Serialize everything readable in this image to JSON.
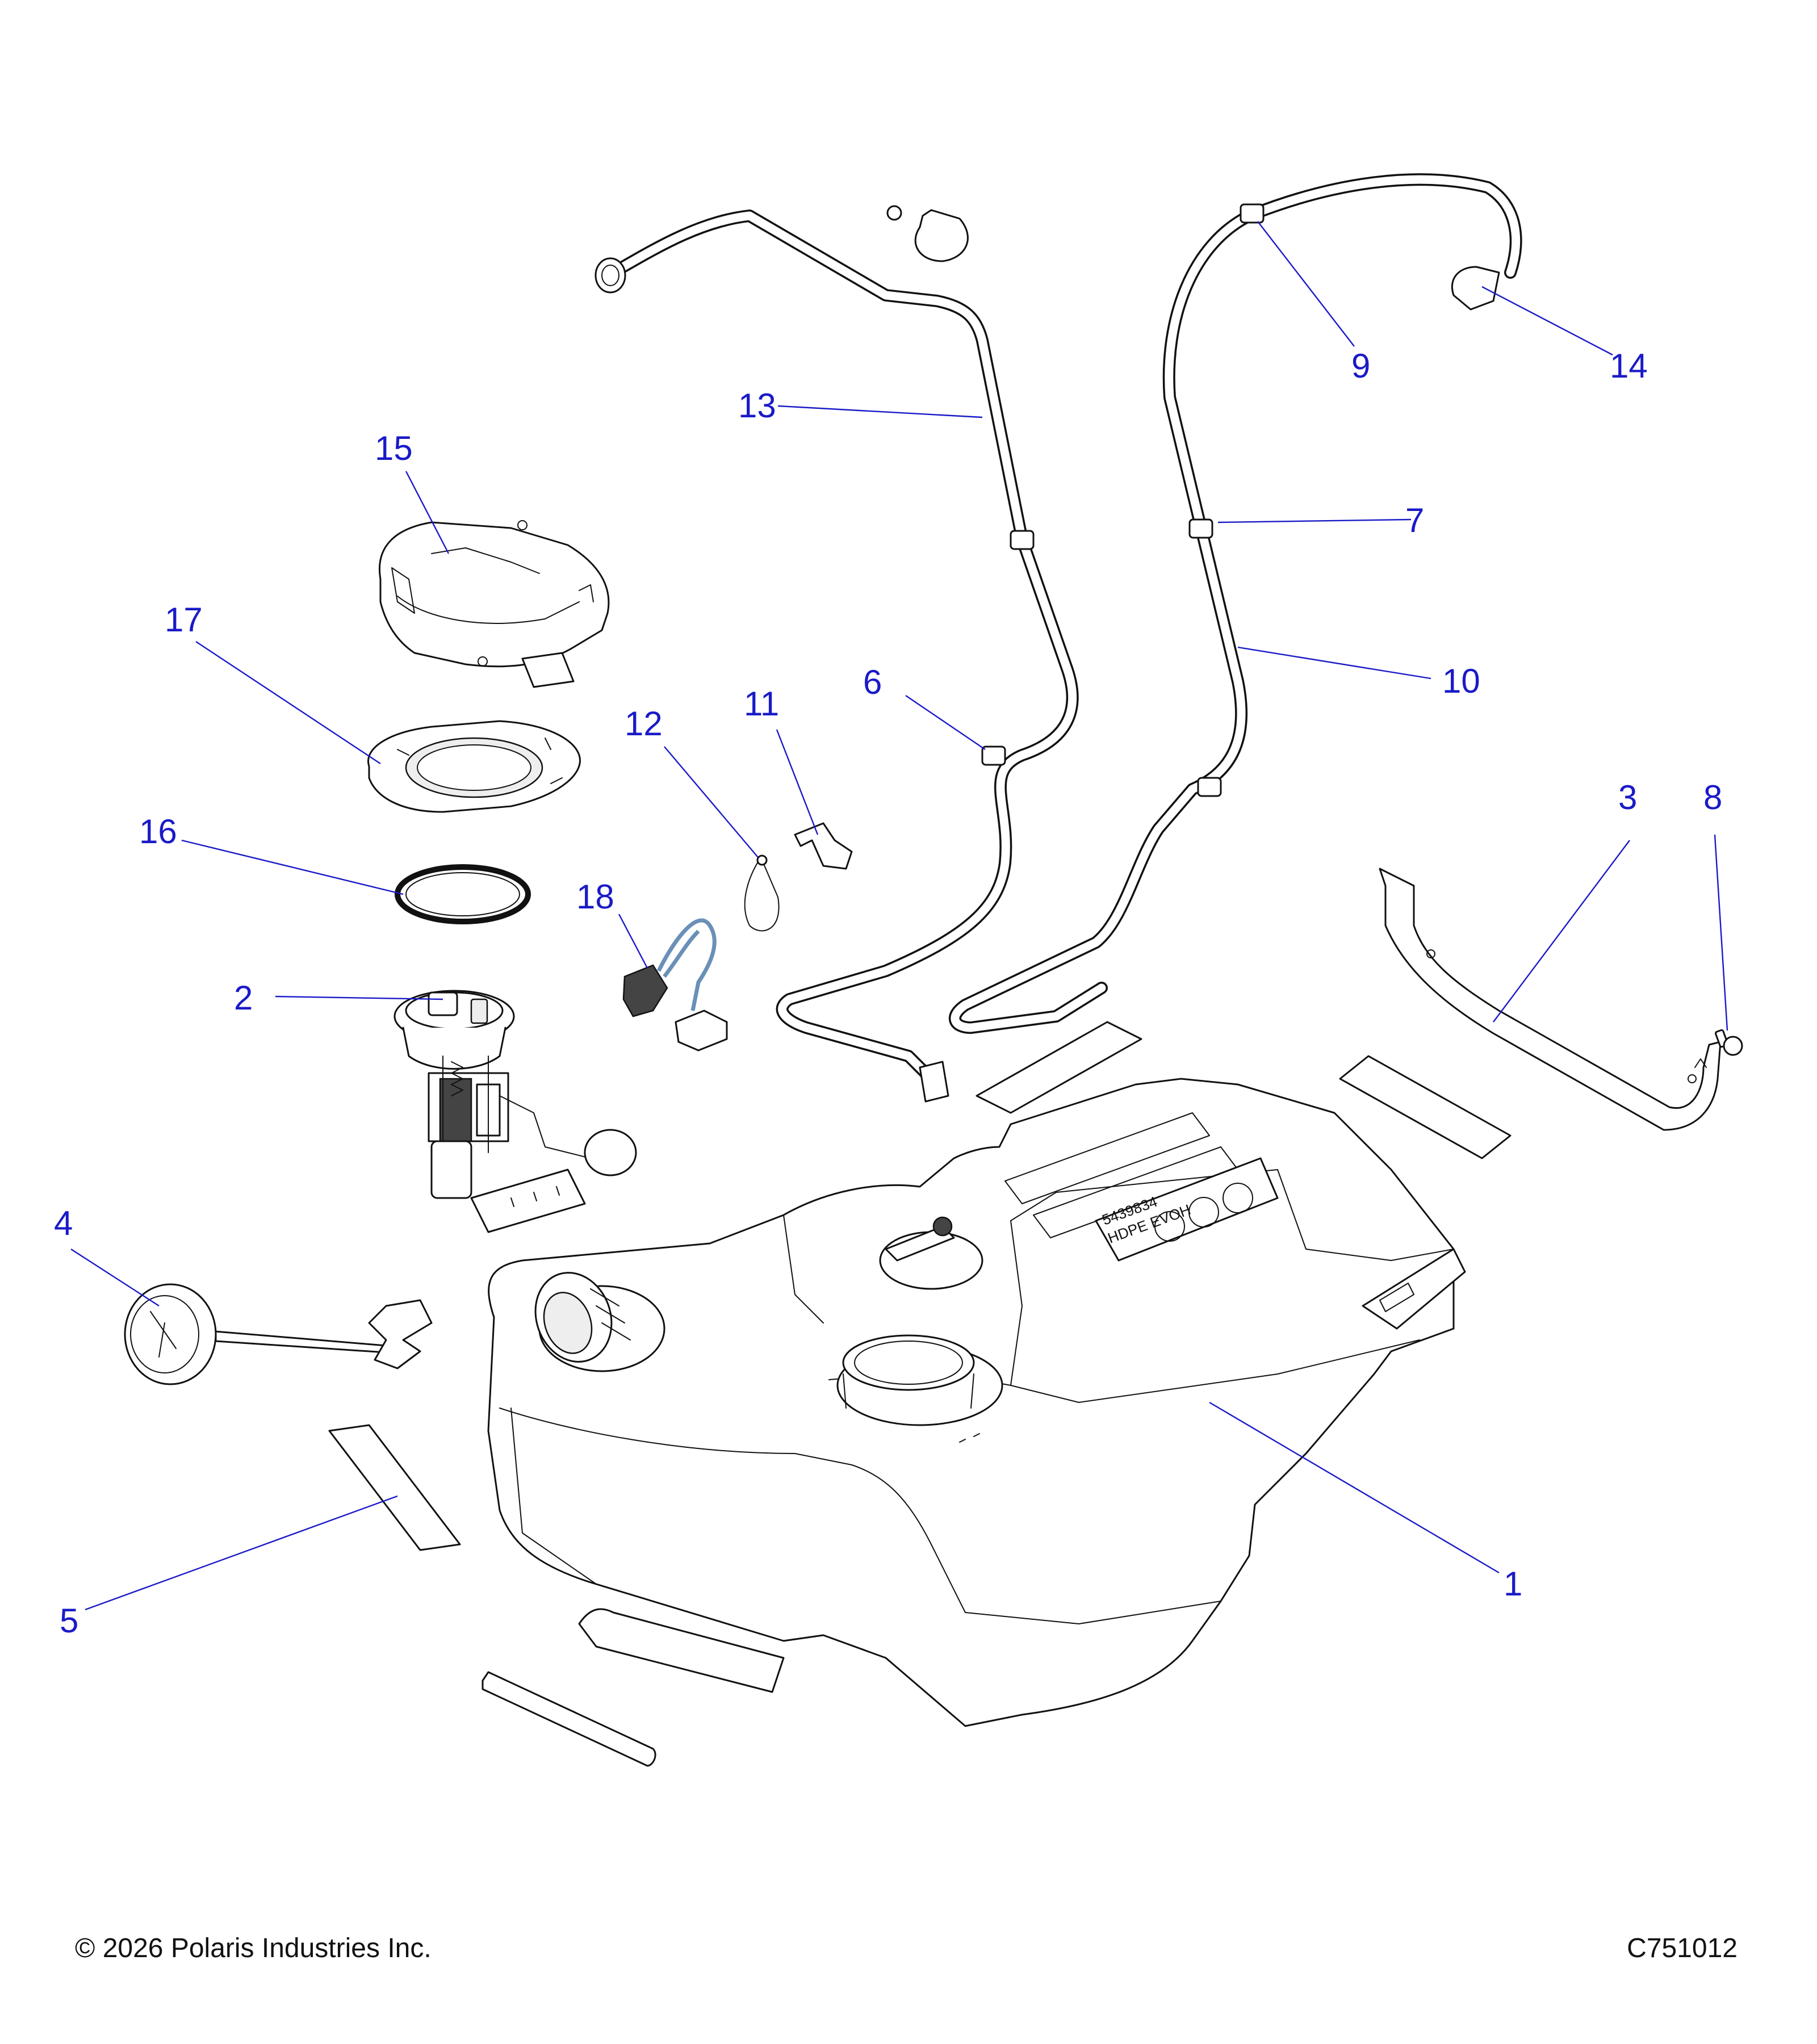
{
  "footer": {
    "copyright": "© 2026 Polaris Industries Inc.",
    "diagram_id": "C751012"
  },
  "tank_label": {
    "line1": "5439834",
    "line2": "HDPE EVOH"
  },
  "callouts": [
    {
      "id": "1",
      "label": "1"
    },
    {
      "id": "2",
      "label": "2"
    },
    {
      "id": "3",
      "label": "3"
    },
    {
      "id": "4",
      "label": "4"
    },
    {
      "id": "5",
      "label": "5"
    },
    {
      "id": "6",
      "label": "6"
    },
    {
      "id": "7",
      "label": "7"
    },
    {
      "id": "8",
      "label": "8"
    },
    {
      "id": "9",
      "label": "9"
    },
    {
      "id": "10",
      "label": "10"
    },
    {
      "id": "11",
      "label": "11"
    },
    {
      "id": "12",
      "label": "12"
    },
    {
      "id": "13",
      "label": "13"
    },
    {
      "id": "14",
      "label": "14"
    },
    {
      "id": "15",
      "label": "15"
    },
    {
      "id": "16",
      "label": "16"
    },
    {
      "id": "17",
      "label": "17"
    },
    {
      "id": "18",
      "label": "18"
    }
  ]
}
